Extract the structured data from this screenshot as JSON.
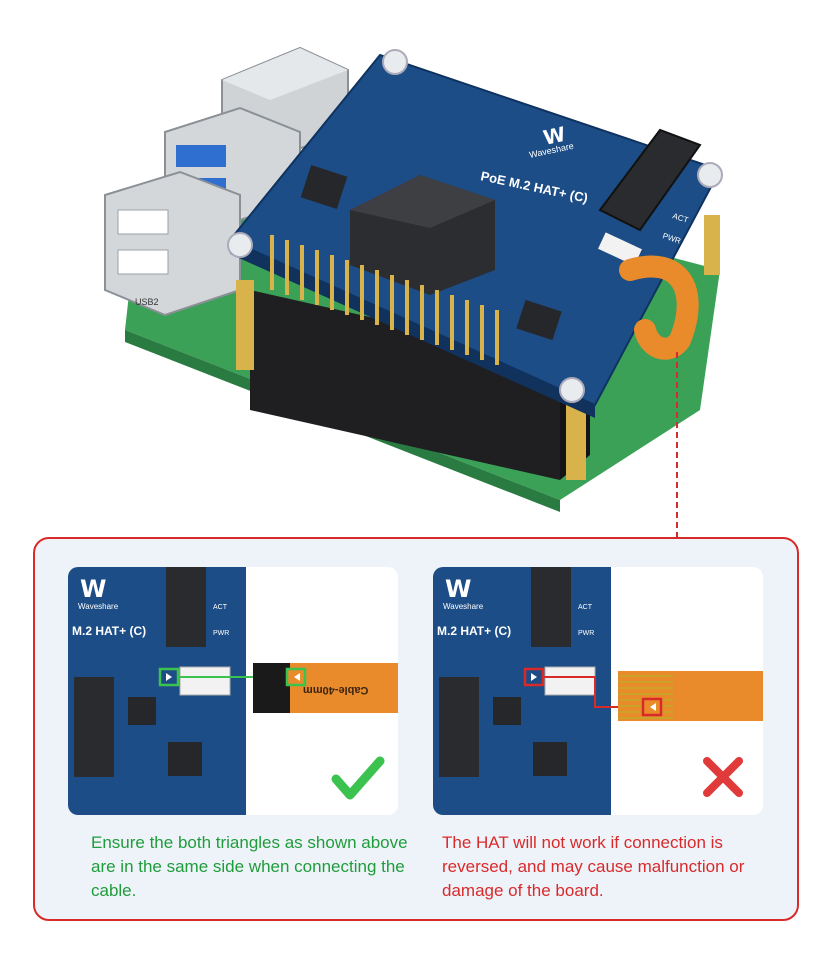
{
  "board": {
    "brand": "Waveshare",
    "model_label": "PoE M.2 HAT+ (C)",
    "led_labels": [
      "ACT",
      "PWR"
    ],
    "usb_label": "USB2"
  },
  "detail": {
    "model_label_cropped": "M.2 HAT+ (C)",
    "cable_label": "Cable-40mm"
  },
  "correct": {
    "caption": "Ensure the both triangles as shown above are in the same side when connecting the cable.",
    "mark_icon": "check-mark-icon",
    "color": "#1f9d3a"
  },
  "incorrect": {
    "caption": "The HAT will not work if connection is reversed, and may cause malfunction or damage of the board.",
    "mark_icon": "cross-mark-icon",
    "color": "#d92a2a"
  },
  "colors": {
    "hat_blue": "#1c4d86",
    "pcb_green": "#3aa157",
    "cable_orange": "#e98a2b",
    "frame_red": "#d92a2a",
    "panel_bg": "#eef3fa"
  }
}
